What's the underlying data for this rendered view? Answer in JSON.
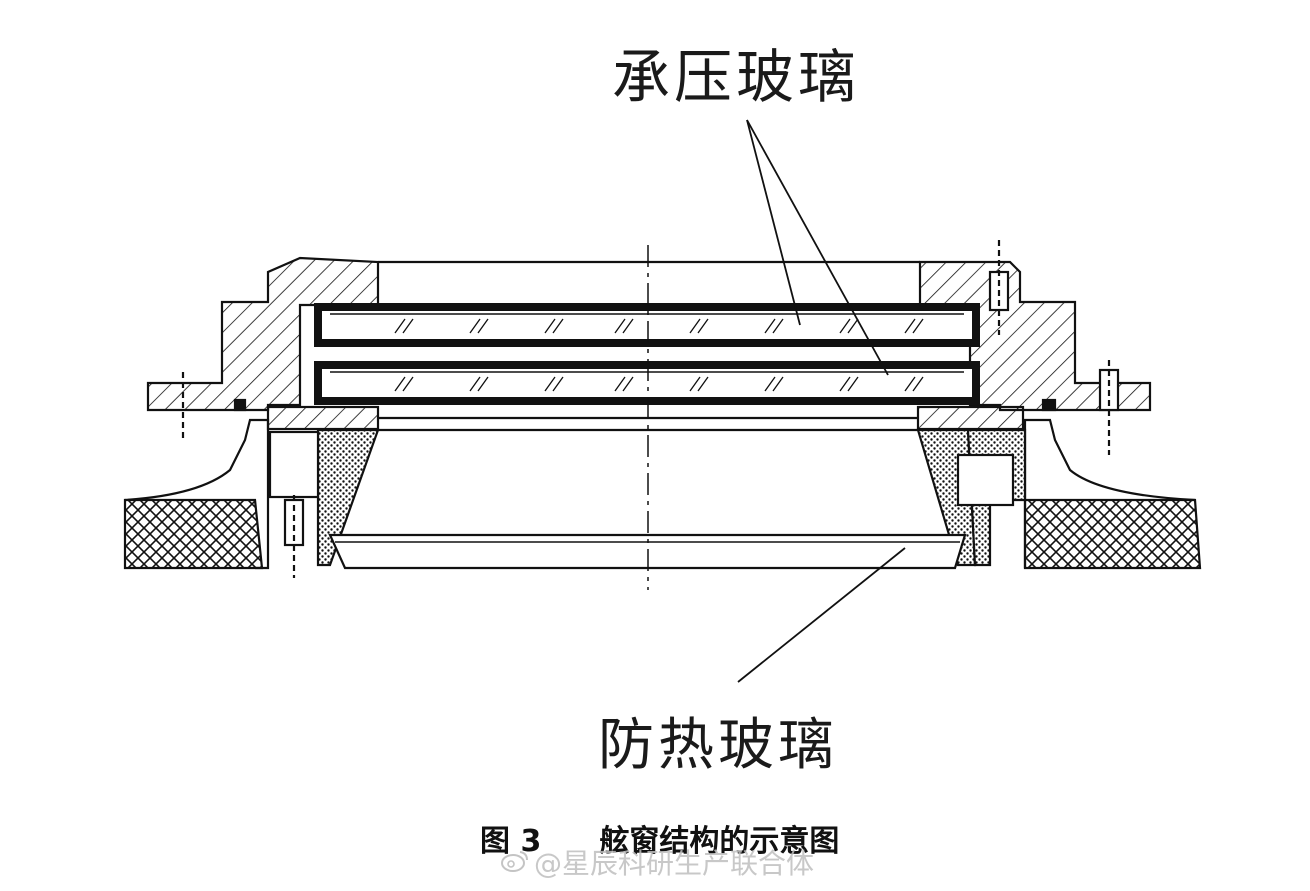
{
  "labels": {
    "pressure_glass": "承压玻璃",
    "heat_glass": "防热玻璃"
  },
  "caption": {
    "number": "图 3",
    "title": "舷窗结构的示意图"
  },
  "watermark": {
    "text": "@星辰科研生产联合体"
  },
  "colors": {
    "line": "#111111",
    "background": "#ffffff",
    "watermark": "#bebebe"
  },
  "icons": {
    "watermark_logo": "weibo-logo-icon"
  }
}
